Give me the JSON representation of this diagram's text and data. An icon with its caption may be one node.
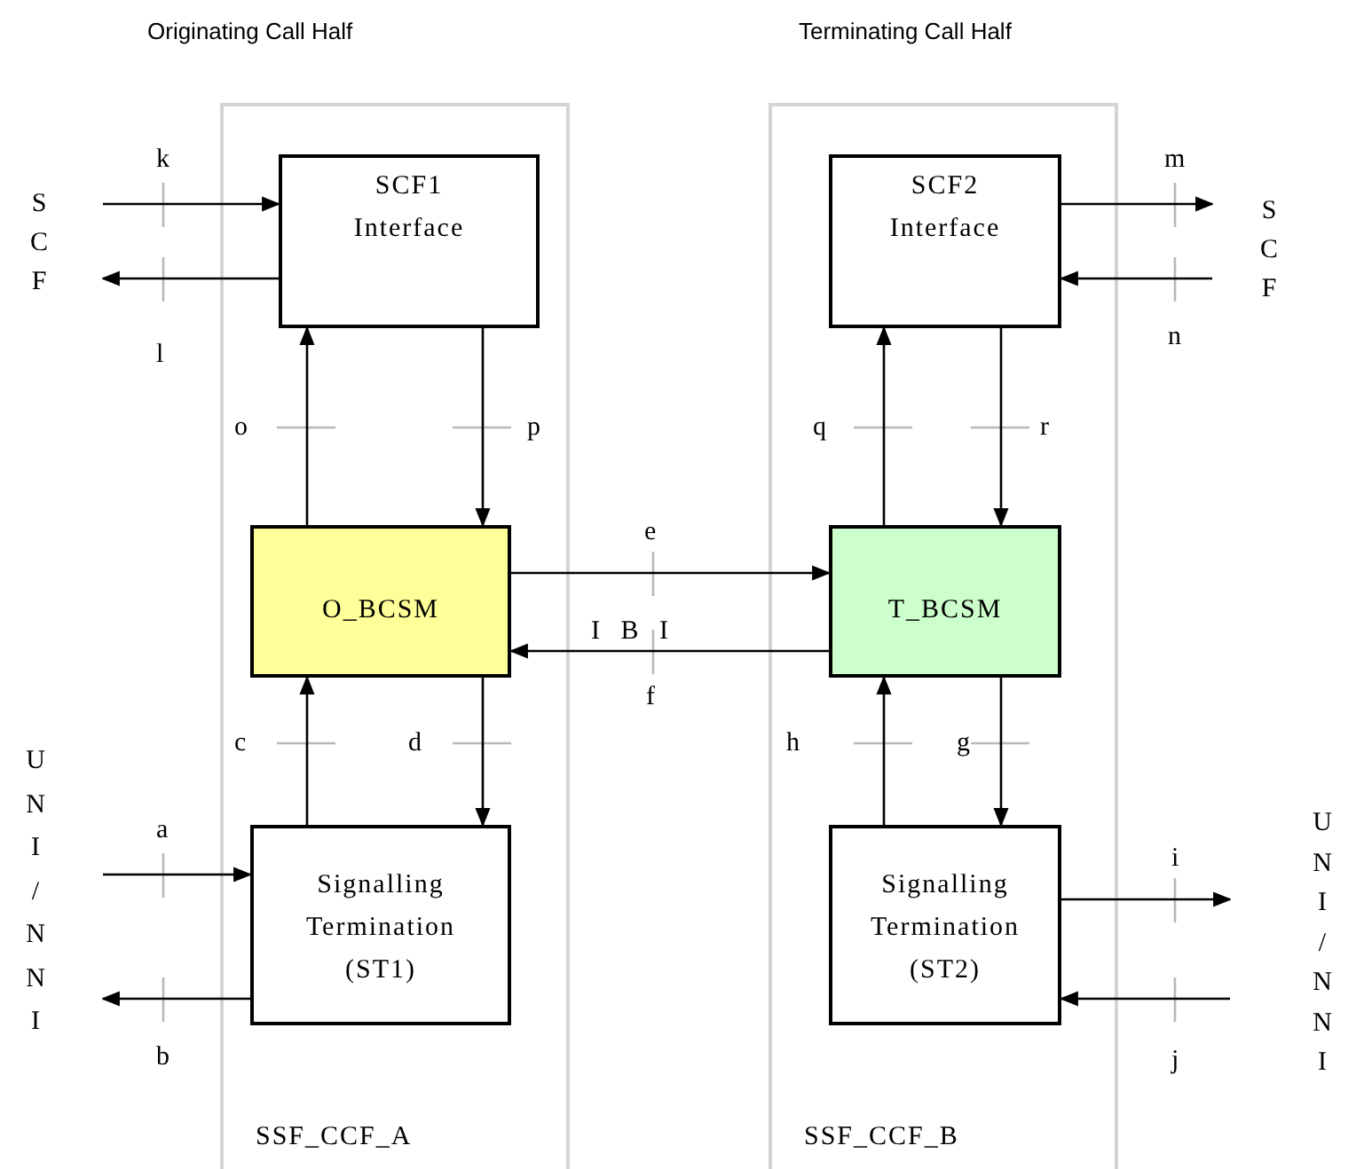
{
  "diagram": {
    "nodes": [
      {
        "text": [
          "SSF_CCF_A"
        ]
      },
      {
        "text": [
          "SCF1 Interface"
        ],
        "in": 0
      },
      {
        "text": [
          "O_BCSM"
        ],
        "in": 0
      },
      {
        "text": [
          "Signalling Termination (ST1)"
        ],
        "in": 0
      },
      {
        "text": [
          "SSF_CCF_B"
        ]
      },
      {
        "text": [
          "SCF2 Interface"
        ],
        "in": 4
      },
      {
        "text": [
          "T_BCSM"
        ],
        "in": 4
      },
      {
        "text": [
          "Signalling Termination (ST2)"
        ],
        "in": 4
      },
      {
        "text": [
          "SCF"
        ]
      },
      {
        "text": [
          "UNI/NNI"
        ]
      },
      {
        "text": [
          "SCF"
        ]
      },
      {
        "text": [
          "UNI/NNI"
        ]
      }
    ],
    "edges": [
      {
        "from": 8,
        "to": 1,
        "arrow": "to",
        "label": "k"
      },
      {
        "from": 1,
        "to": 8,
        "arrow": "to",
        "label": "l"
      },
      {
        "from": 2,
        "to": 1,
        "arrow": "to",
        "label": "o"
      },
      {
        "from": 1,
        "to": 2,
        "arrow": "to",
        "label": "p"
      },
      {
        "from": 2,
        "to": 6,
        "arrow": "to",
        "label": "e"
      },
      {
        "from": 6,
        "to": 2,
        "arrow": "to",
        "label": "f"
      },
      {
        "from": 3,
        "to": 2,
        "arrow": "to",
        "label": "c"
      },
      {
        "from": 2,
        "to": 3,
        "arrow": "to",
        "label": "d"
      },
      {
        "from": 9,
        "to": 3,
        "arrow": "to",
        "label": "a"
      },
      {
        "from": 3,
        "to": 9,
        "arrow": "to",
        "label": "b"
      },
      {
        "from": 6,
        "to": 5,
        "arrow": "to",
        "label": "q"
      },
      {
        "from": 5,
        "to": 6,
        "arrow": "to",
        "label": "r"
      },
      {
        "from": 7,
        "to": 6,
        "arrow": "to",
        "label": "h"
      },
      {
        "from": 6,
        "to": 7,
        "arrow": "to",
        "label": "g"
      },
      {
        "from": 5,
        "to": 10,
        "arrow": "to",
        "label": "m"
      },
      {
        "from": 10,
        "to": 5,
        "arrow": "to",
        "label": "n"
      },
      {
        "from": 7,
        "to": 11,
        "arrow": "to",
        "label": "i"
      },
      {
        "from": 11,
        "to": 7,
        "arrow": "to",
        "label": "j"
      }
    ],
    "labels": [
      "Originating Call Half",
      "Terminating Call Half",
      "I B I"
    ]
  }
}
